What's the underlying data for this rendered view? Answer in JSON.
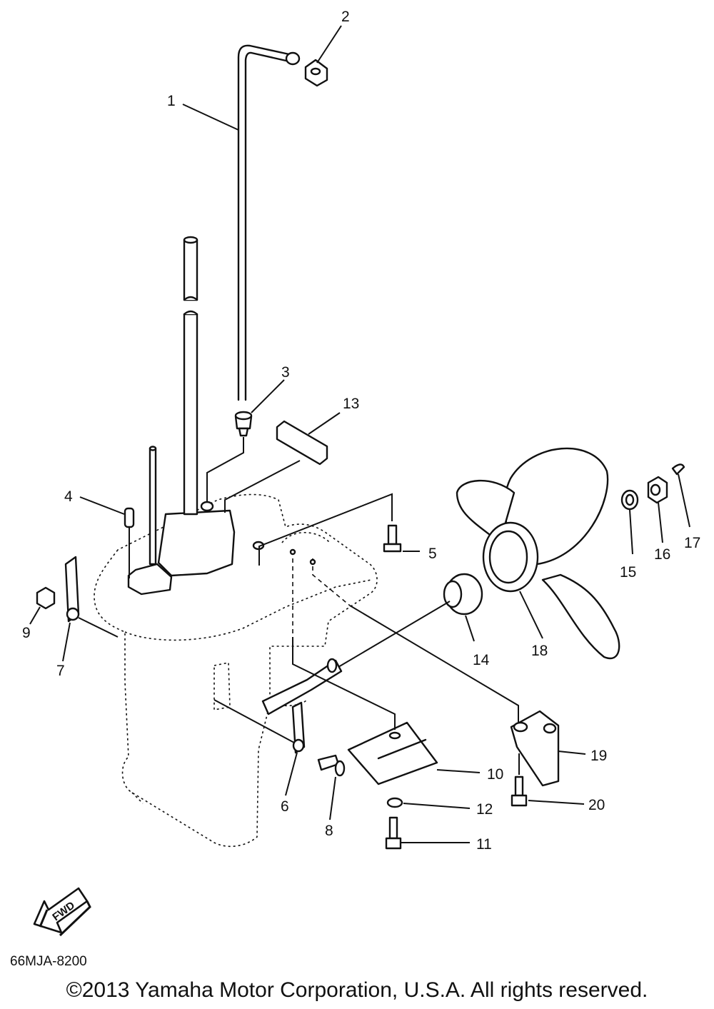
{
  "diagram": {
    "callouts": [
      {
        "id": "1",
        "label": "1"
      },
      {
        "id": "2",
        "label": "2"
      },
      {
        "id": "3",
        "label": "3"
      },
      {
        "id": "4",
        "label": "4"
      },
      {
        "id": "5",
        "label": "5"
      },
      {
        "id": "6",
        "label": "6"
      },
      {
        "id": "7",
        "label": "7"
      },
      {
        "id": "8",
        "label": "8"
      },
      {
        "id": "9",
        "label": "9"
      },
      {
        "id": "10",
        "label": "10"
      },
      {
        "id": "11",
        "label": "11"
      },
      {
        "id": "12",
        "label": "12"
      },
      {
        "id": "13",
        "label": "13"
      },
      {
        "id": "14",
        "label": "14"
      },
      {
        "id": "15",
        "label": "15"
      },
      {
        "id": "16",
        "label": "16"
      },
      {
        "id": "17",
        "label": "17"
      },
      {
        "id": "18",
        "label": "18"
      },
      {
        "id": "19",
        "label": "19"
      },
      {
        "id": "20",
        "label": "20"
      }
    ],
    "fwd_arrow_label": "FWD",
    "diagram_code": "66MJA-8200",
    "copyright": "©2013 Yamaha Motor Corporation, U.S.A. All rights reserved."
  }
}
